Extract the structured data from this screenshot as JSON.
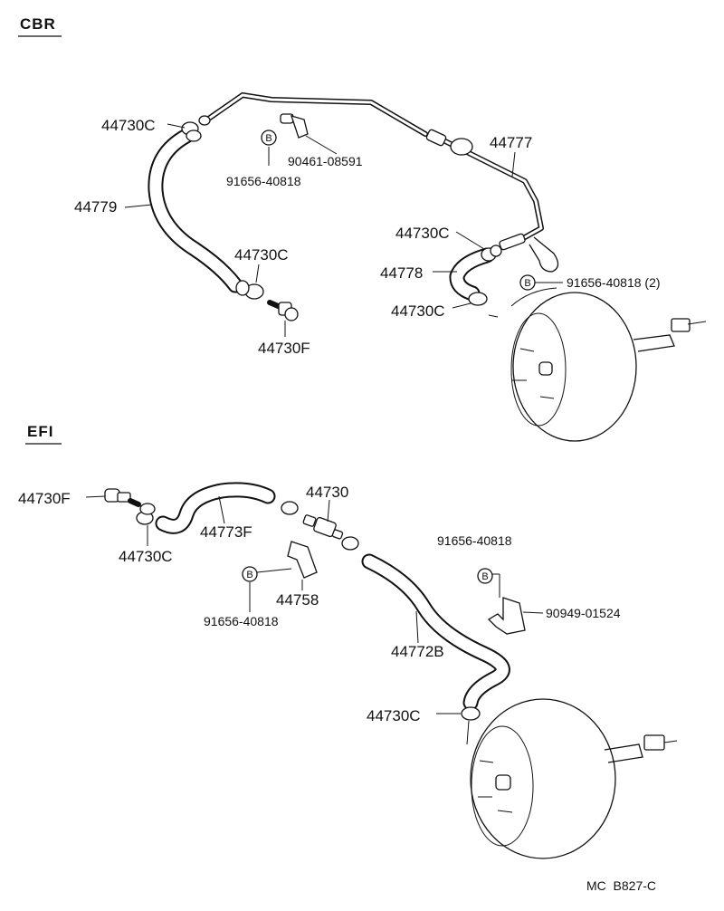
{
  "sections": {
    "cbr": "CBR",
    "efi": "EFI"
  },
  "bolt_marker": "B",
  "cbr_labels": {
    "clamp_top": "44730C",
    "hose_left": "44779",
    "clamp_mid": "44730C",
    "valve": "44730F",
    "clip": "90461-08591",
    "bolt_top": "91656-40818",
    "pipe": "44777",
    "clamp_right": "44730C",
    "hose_right": "44778",
    "clamp_lower": "44730C",
    "bolt_right": "91656-40818 (2)"
  },
  "efi_labels": {
    "valve": "44730F",
    "clamp_left": "44730C",
    "hose_a": "44773F",
    "check_valve": "44730",
    "bracket": "44758",
    "bolt_left": "91656-40818",
    "bolt_right": "91656-40818",
    "clip": "90949-01524",
    "hose_b": "44772B",
    "clamp_bottom": "44730C"
  },
  "footer": "MC  B827-C"
}
